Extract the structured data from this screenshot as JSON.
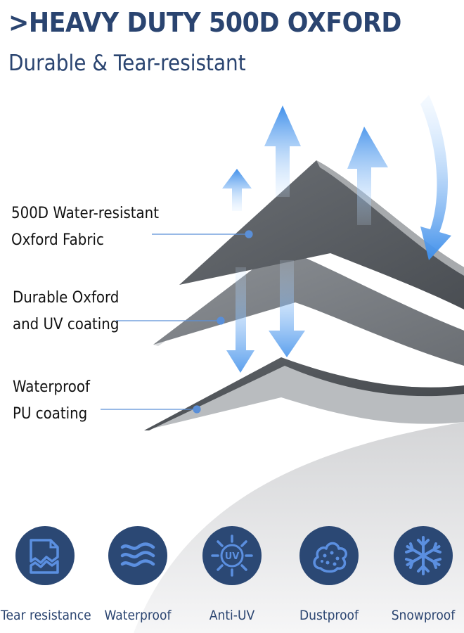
{
  "header": {
    "title": ">HEAVY DUTY 500D OXFORD",
    "subtitle": "Durable & Tear-resistant"
  },
  "layers": [
    {
      "line1": "500D Water-resistant",
      "line2": "Oxford Fabric"
    },
    {
      "line1": "Durable Oxford",
      "line2": "and UV coating"
    },
    {
      "line1": "Waterproof",
      "line2": "PU coating"
    }
  ],
  "features": [
    {
      "label": "Tear resistance",
      "icon": "torn-document-icon"
    },
    {
      "label": "Waterproof",
      "icon": "wave-icon"
    },
    {
      "label": "Anti-UV",
      "icon": "uv-sun-icon",
      "badge_text": "UV"
    },
    {
      "label": "Dustproof",
      "icon": "dust-cloud-icon"
    },
    {
      "label": "Snowproof",
      "icon": "snowflake-icon"
    }
  ],
  "colors": {
    "heading": "#2a4470",
    "badge": "#2b4874",
    "icon": "#5b8fe0",
    "arrow": "#3f8fea"
  }
}
